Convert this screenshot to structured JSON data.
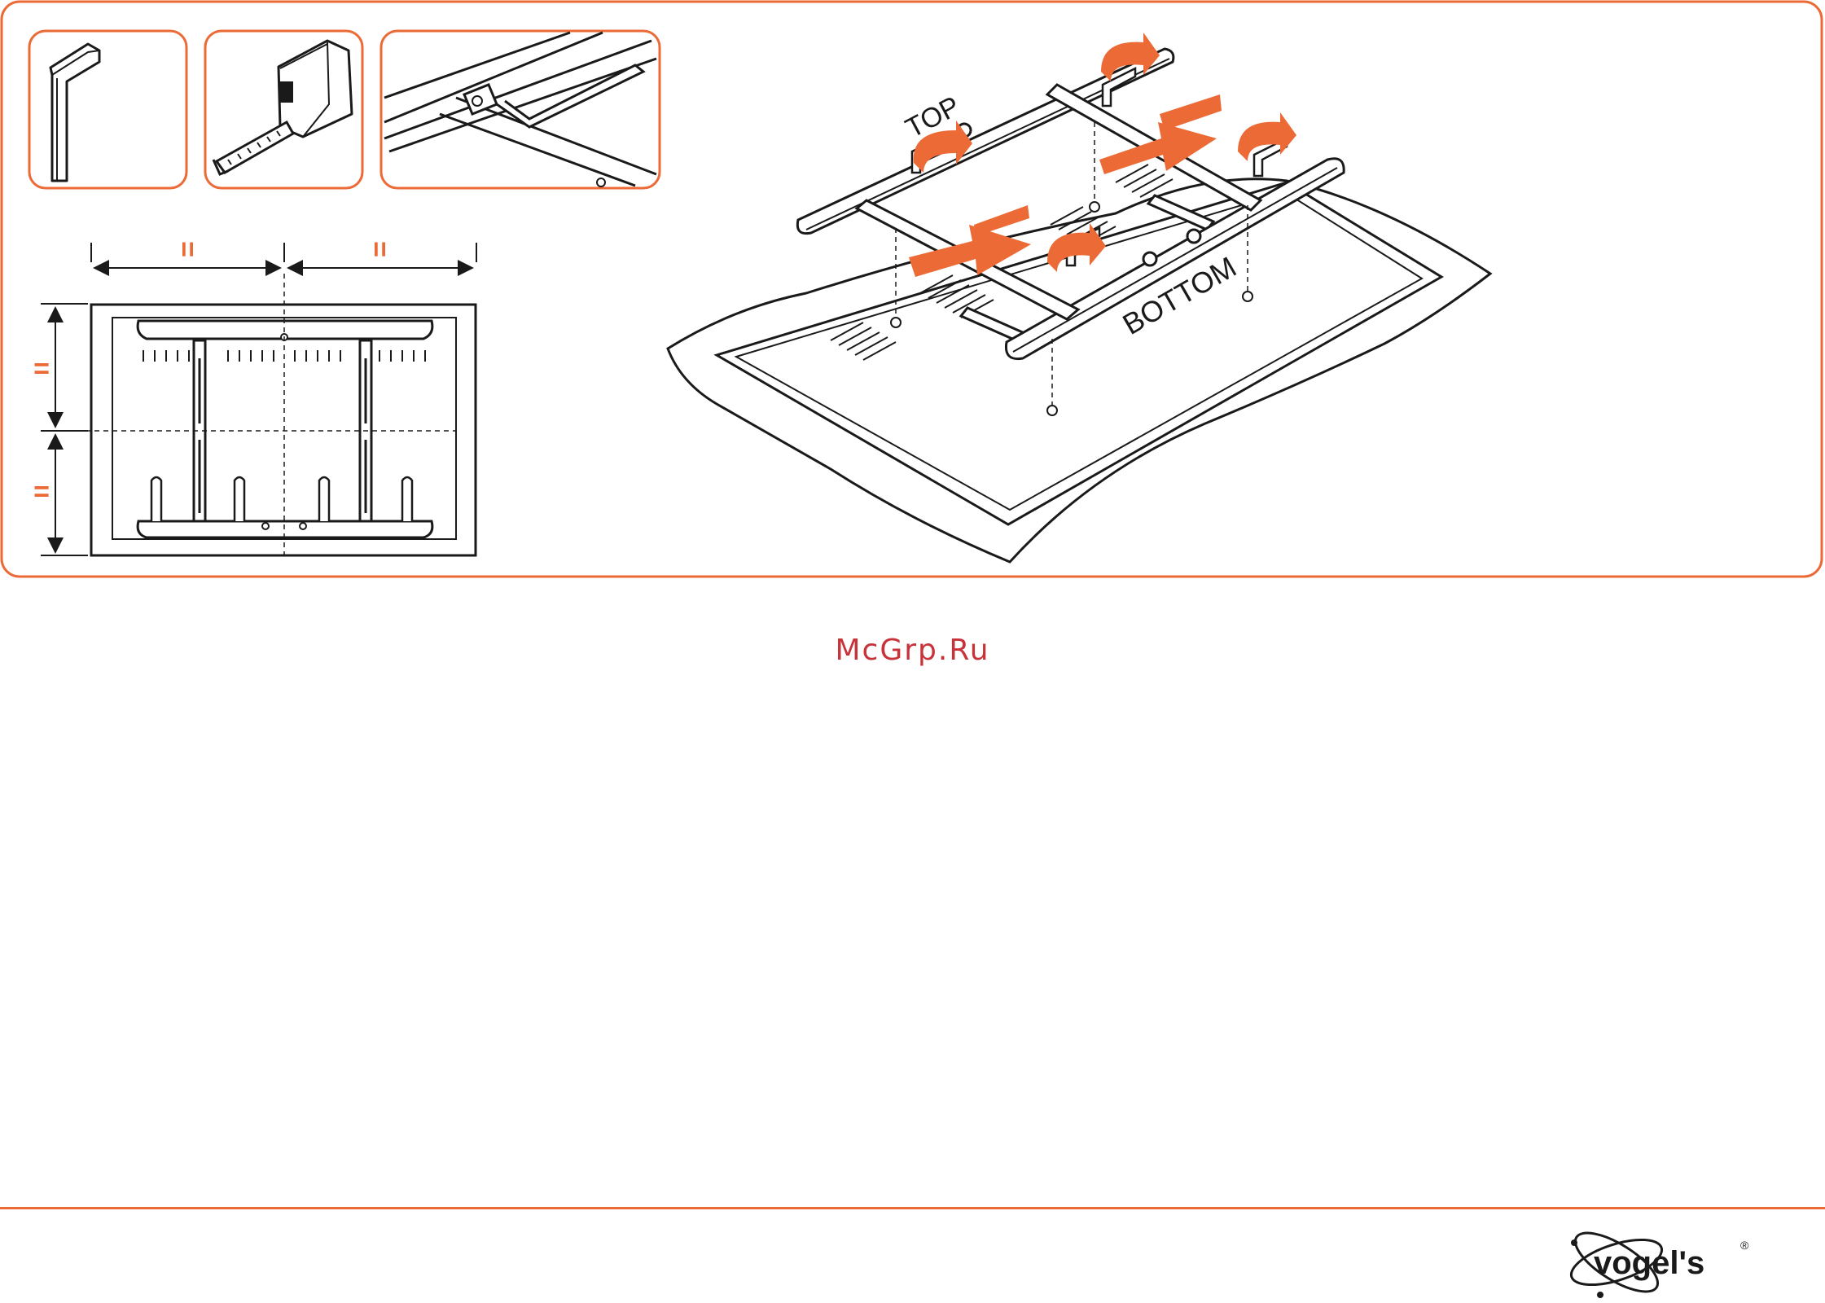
{
  "instructions": {
    "equal_mark": "=",
    "top_label": "TOP",
    "bottom_label": "BOTTOM"
  },
  "tools": [
    {
      "icon": "hex-key-icon"
    },
    {
      "icon": "tape-measure-icon"
    },
    {
      "icon": "bracket-detail-icon"
    }
  ],
  "watermark": "McGrp.Ru",
  "logo": {
    "text": "vogel's",
    "mark": "®"
  },
  "colors": {
    "accent": "#ec6a35",
    "line": "#1a1a1a",
    "watermark": "#c8333a"
  }
}
